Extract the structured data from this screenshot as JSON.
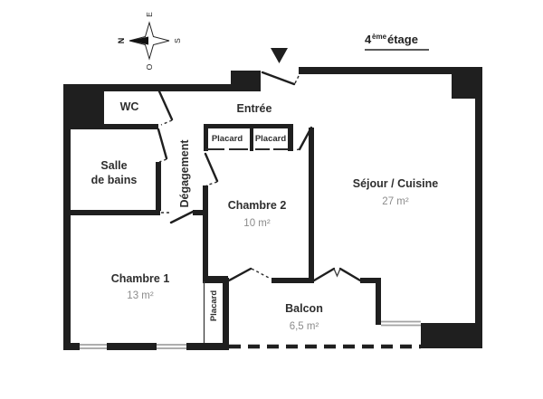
{
  "floor_label": {
    "number": "4",
    "suffix": "ème",
    "word": "étage"
  },
  "compass": {
    "north": "N",
    "east": "E",
    "south": "S",
    "west": "O"
  },
  "rooms": {
    "wc": {
      "name": "WC"
    },
    "salle_de_bains": {
      "name_line1": "Salle",
      "name_line2": "de bains"
    },
    "degagement": {
      "name": "Dégagement"
    },
    "entree": {
      "name": "Entrée"
    },
    "placard_entree_1": {
      "name": "Placard"
    },
    "placard_entree_2": {
      "name": "Placard"
    },
    "chambre2": {
      "name": "Chambre 2",
      "area": "10 m²"
    },
    "sejour_cuisine": {
      "name": "Séjour / Cuisine",
      "area": "27 m²"
    },
    "chambre1": {
      "name": "Chambre 1",
      "area": "13 m²"
    },
    "placard_chambre1": {
      "name": "Placard"
    },
    "balcon": {
      "name": "Balcon",
      "area": "6,5 m²"
    }
  },
  "colors": {
    "wall": "#1f1f1f",
    "room_name": "#2e2e2e",
    "area_value": "#8c8c8c",
    "window": "#a3a3a3",
    "background": "#ffffff"
  }
}
